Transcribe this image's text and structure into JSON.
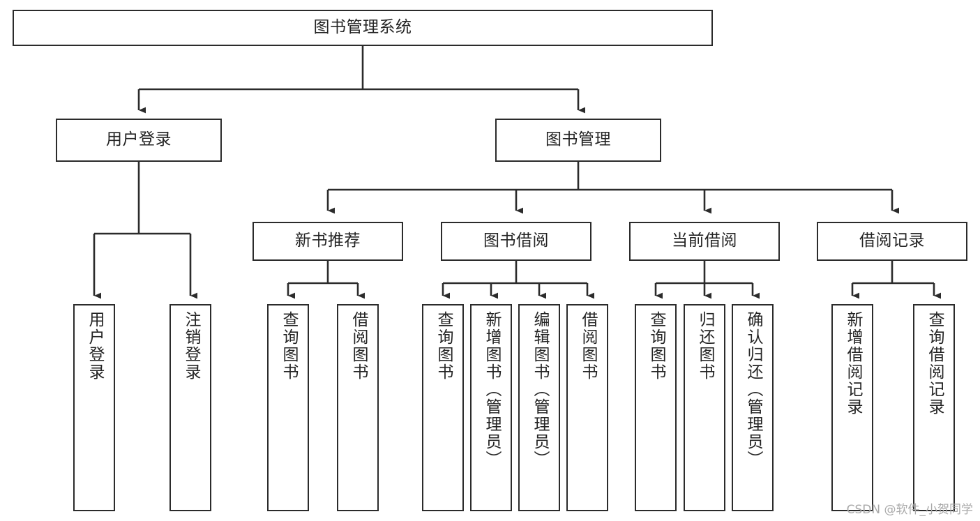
{
  "diagram": {
    "title": "图书管理系统",
    "type": "tree-hierarchy-chart",
    "orientation": "top-down",
    "colors": {
      "box_border": "#2b2b2b",
      "box_fill": "#ffffff",
      "edge": "#2b2b2b",
      "text": "#242424",
      "background": "#ffffff",
      "watermark": "#a9a9a9"
    },
    "watermark": "CSDN @软件_小贺同学",
    "nodes": {
      "root": {
        "label": "图书管理系统"
      },
      "level1": [
        {
          "id": "user-login",
          "label": "用户登录"
        },
        {
          "id": "book-manage",
          "label": "图书管理"
        }
      ],
      "level2": [
        {
          "id": "new-book-rec",
          "label": "新书推荐"
        },
        {
          "id": "book-borrow",
          "label": "图书借阅"
        },
        {
          "id": "current-borrow",
          "label": "当前借阅"
        },
        {
          "id": "borrow-record",
          "label": "借阅记录"
        }
      ],
      "leaves": {
        "user_login": [
          {
            "id": "leaf-user-login",
            "label": "用户登录"
          },
          {
            "id": "leaf-logout",
            "label": "注销登录"
          }
        ],
        "new_book_rec": [
          {
            "id": "leaf-query-book-1",
            "label": "查询图书"
          },
          {
            "id": "leaf-borrow-book-1",
            "label": "借阅图书"
          }
        ],
        "book_borrow": [
          {
            "id": "leaf-query-book-2",
            "label": "查询图书"
          },
          {
            "id": "leaf-add-book",
            "label": "新增图书（管理员）"
          },
          {
            "id": "leaf-edit-book",
            "label": "编辑图书（管理员）"
          },
          {
            "id": "leaf-borrow-book-2",
            "label": "借阅图书"
          }
        ],
        "current_borrow": [
          {
            "id": "leaf-query-book-3",
            "label": "查询图书"
          },
          {
            "id": "leaf-return-book",
            "label": "归还图书"
          },
          {
            "id": "leaf-confirm-return",
            "label": "确认归还（管理员）"
          }
        ],
        "borrow_record": [
          {
            "id": "leaf-add-record",
            "label": "新增借阅记录"
          },
          {
            "id": "leaf-query-record",
            "label": "查询借阅记录"
          }
        ]
      }
    }
  }
}
